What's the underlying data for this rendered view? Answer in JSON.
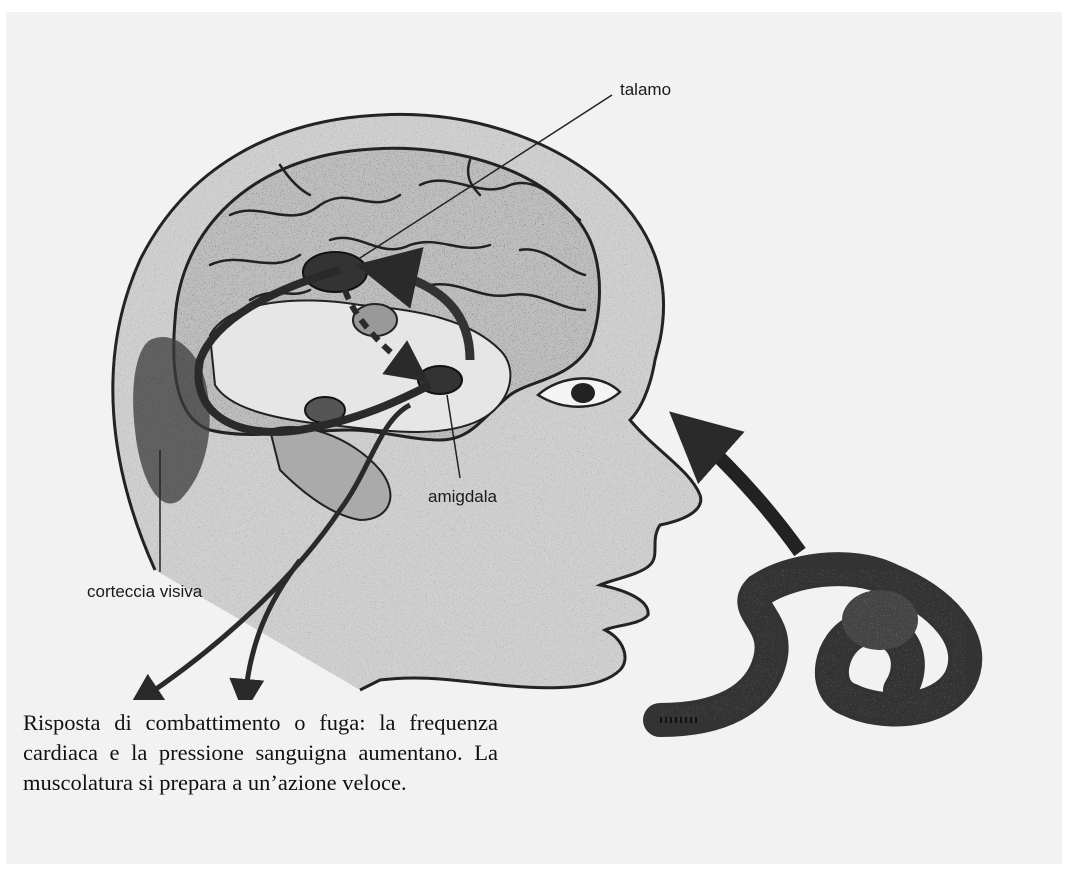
{
  "labels": {
    "talamo": "talamo",
    "amigdala": "amigdala",
    "corteccia_visiva": "corteccia visiva"
  },
  "caption": "Risposta di combattimento o fuga: la frequenza cardiaca e la pressione sanguigna aumentano. La muscolatura si prepara a un’azione veloce.",
  "colors": {
    "ink": "#1a1a1a",
    "paper": "#f2f2f2"
  }
}
